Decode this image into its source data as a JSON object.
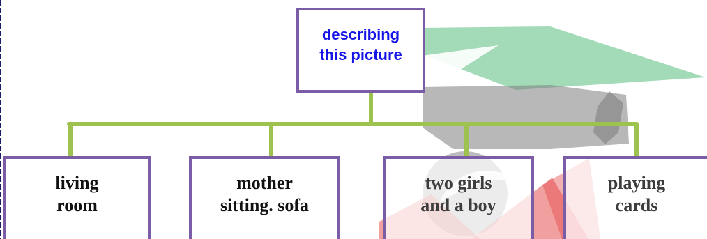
{
  "diagram": {
    "root": {
      "label": "describing\nthis picture"
    },
    "children": [
      {
        "label": "living\nroom"
      },
      {
        "label": "mother\nsitting. sofa"
      },
      {
        "label": "two girls\nand a boy"
      },
      {
        "label": "playing\ncards"
      }
    ]
  },
  "colors": {
    "box_border": "#7b5ca6",
    "connector": "#9ec24f",
    "root_text": "#1515e6",
    "child_text": "#111111",
    "watermark_green": "#8fd2a8",
    "watermark_gray": "#8f8f8f",
    "watermark_red": "#e23b3b"
  },
  "icons": {
    "watermark": "graduation-cap-logo-icon"
  }
}
